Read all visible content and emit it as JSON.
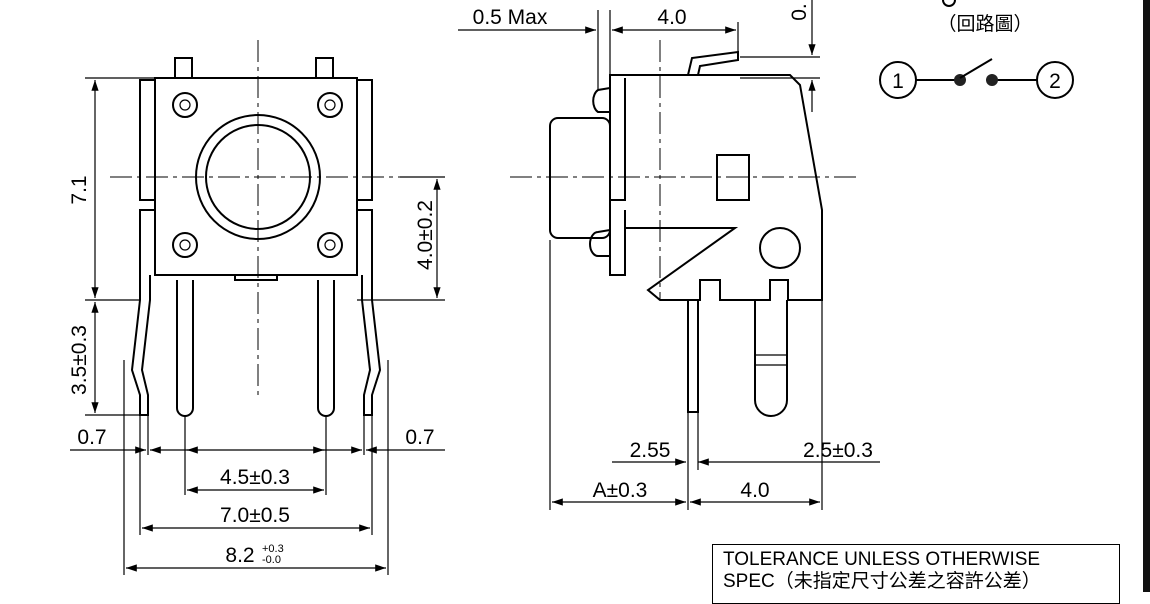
{
  "title": "Tactile switch dimension drawing",
  "circuit": {
    "caption": "（回路圖）",
    "node1": "1",
    "node2": "2"
  },
  "front_view": {
    "dim_height": "7.1",
    "dim_center": "4.0±0.2",
    "dim_leg": "3.5±0.3",
    "dim_left_lead": "0.7",
    "dim_right_lead": "0.7",
    "dim_pin_pitch": "4.5±0.3",
    "dim_leg_pitch": "7.0±0.5",
    "dim_overall": "8.2",
    "dim_overall_tol_plus": "+0.3",
    "dim_overall_tol_minus": "-0.0"
  },
  "side_view": {
    "dim_plate": "0.5 Max",
    "dim_depth": "4.0",
    "dim_top_partial": "0.",
    "dim_pin_offset": "2.55",
    "dim_pin_tol": "2.5±0.3",
    "dim_a": "A±0.3",
    "dim_bottom": "4.0"
  },
  "tolerance_box": {
    "line1": "TOLERANCE UNLESS OTHERWISE",
    "line2": "SPEC（未指定尺寸公差之容許公差）"
  }
}
